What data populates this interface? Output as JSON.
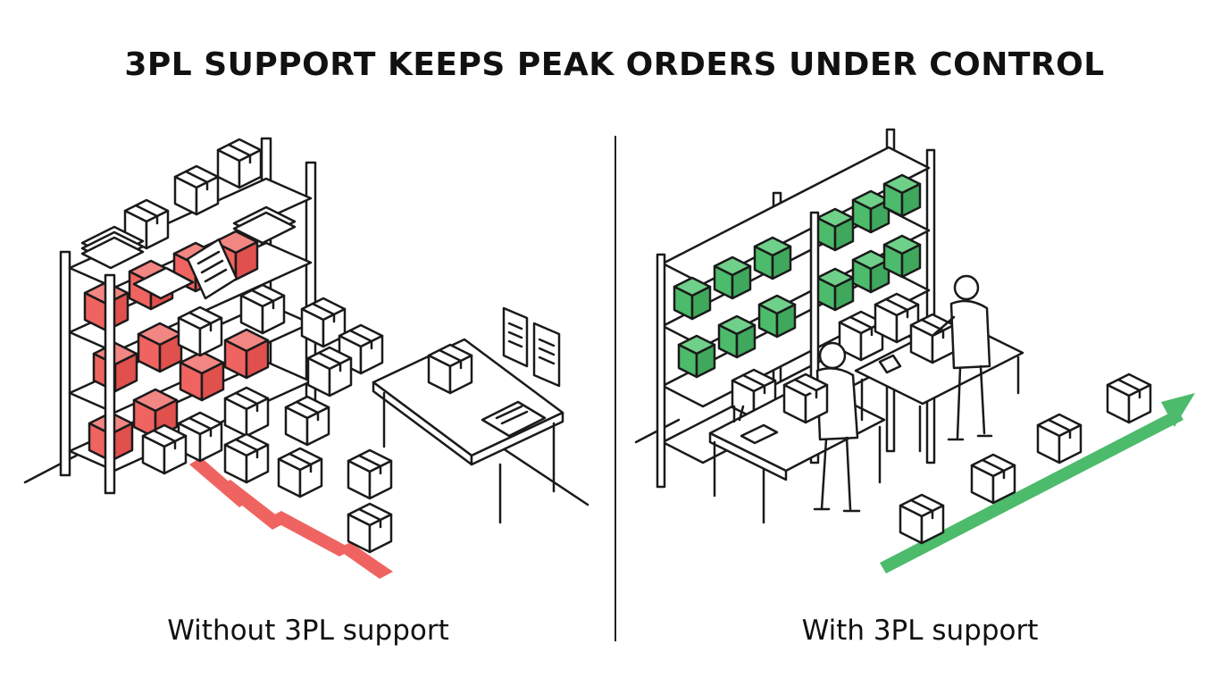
{
  "title": "3PL SUPPORT KEEPS PEAK ORDERS UNDER CONTROL",
  "panels": {
    "left": {
      "caption": "Without 3PL support",
      "accent": "#ef6461"
    },
    "right": {
      "caption": "With 3PL support",
      "accent": "#4cbb6b"
    }
  },
  "colors": {
    "line": "#1a1a1a",
    "red": "#ef6461",
    "green": "#4cbb6b"
  }
}
